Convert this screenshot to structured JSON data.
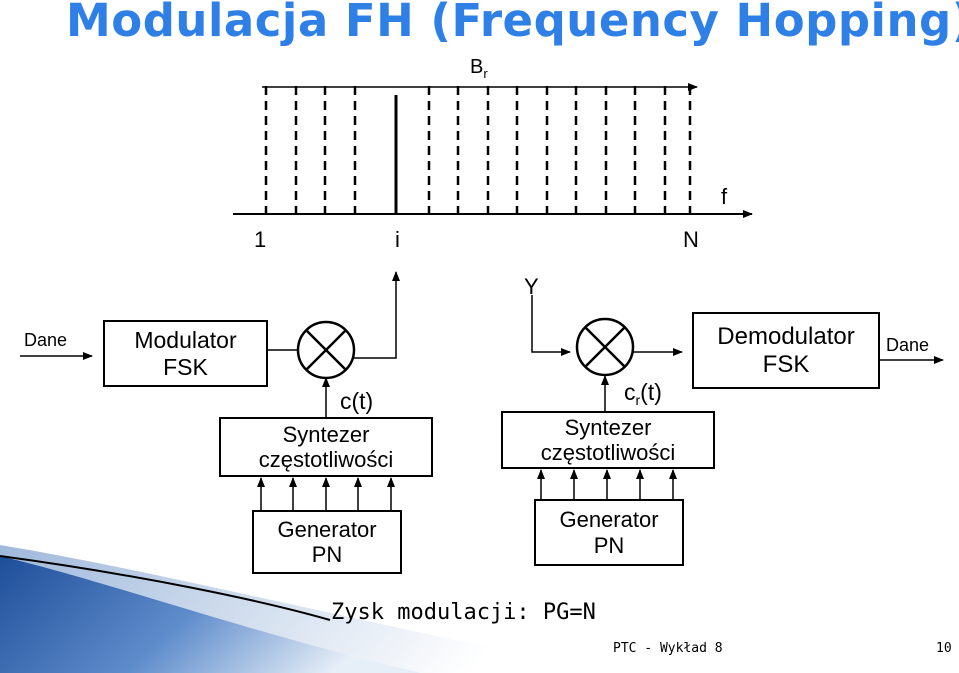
{
  "title": "Modulacja FH (Frequency Hopping)",
  "spectrum": {
    "bandwidth_label": "B",
    "bandwidth_sub": "r",
    "axis_label": "f",
    "index_first": "1",
    "index_i": "i",
    "index_last": "N"
  },
  "transmitter": {
    "input_label": "Dane",
    "modulator": [
      "Modulator",
      "FSK"
    ],
    "carrier_label": "c(t)",
    "synth": [
      "Syntezer",
      "częstotliwości"
    ],
    "pn_gen": [
      "Generator",
      "PN"
    ]
  },
  "receiver": {
    "channel_label": "Y",
    "carrier_label": "c",
    "carrier_sub": "r",
    "carrier_suffix": "(t)",
    "synth": [
      "Syntezer",
      "częstotliwości"
    ],
    "pn_gen": [
      "Generator",
      "PN"
    ],
    "demodulator": [
      "Demodulator",
      "FSK"
    ],
    "output_label": "Dane"
  },
  "footer": {
    "gain": "Zysk modulacji: PG=N",
    "course": "PTC - Wykład 8",
    "page": "10"
  },
  "colors": {
    "title": "#2E7FE6",
    "swoosh_dark": "#1F4E9A",
    "swoosh_light": "#C8D7EA"
  }
}
